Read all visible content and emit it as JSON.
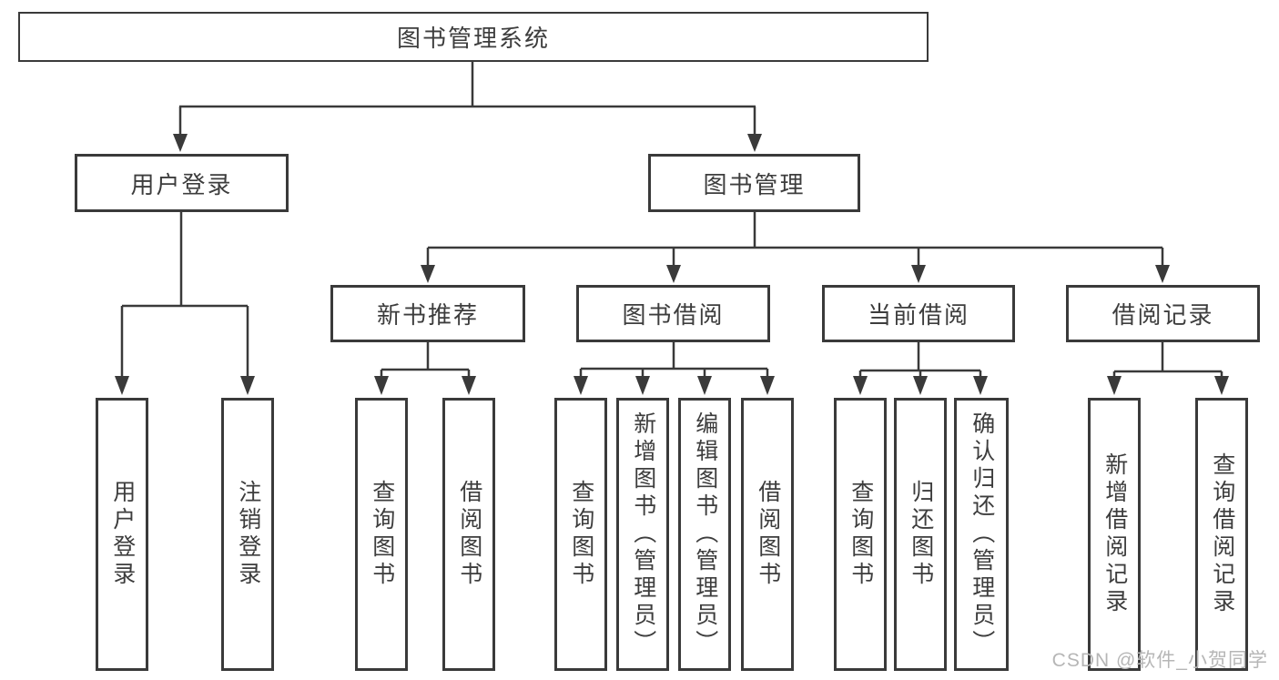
{
  "diagram_type": "hierarchy-tree",
  "tree": {
    "label": "图书管理系统",
    "children": [
      {
        "label": "用户登录",
        "children": [
          {
            "label": "用户登录"
          },
          {
            "label": "注销登录"
          }
        ]
      },
      {
        "label": "图书管理",
        "children": [
          {
            "label": "新书推荐",
            "children": [
              {
                "label": "查询图书"
              },
              {
                "label": "借阅图书"
              }
            ]
          },
          {
            "label": "图书借阅",
            "children": [
              {
                "label": "查询图书"
              },
              {
                "label": "新增图书（管理员）"
              },
              {
                "label": "编辑图书（管理员）"
              },
              {
                "label": "借阅图书"
              }
            ]
          },
          {
            "label": "当前借阅",
            "children": [
              {
                "label": "查询图书"
              },
              {
                "label": "归还图书"
              },
              {
                "label": "确认归还（管理员）"
              }
            ]
          },
          {
            "label": "借阅记录",
            "children": [
              {
                "label": "新增借阅记录"
              },
              {
                "label": "查询借阅记录"
              }
            ]
          }
        ]
      }
    ]
  },
  "watermark": {
    "text": "CSDN @软件_小贺同学"
  },
  "colors": {
    "line": "#3a3a3a",
    "text": "#3d3d3d",
    "background": "#ffffff",
    "watermark": "#b6b6b6"
  }
}
